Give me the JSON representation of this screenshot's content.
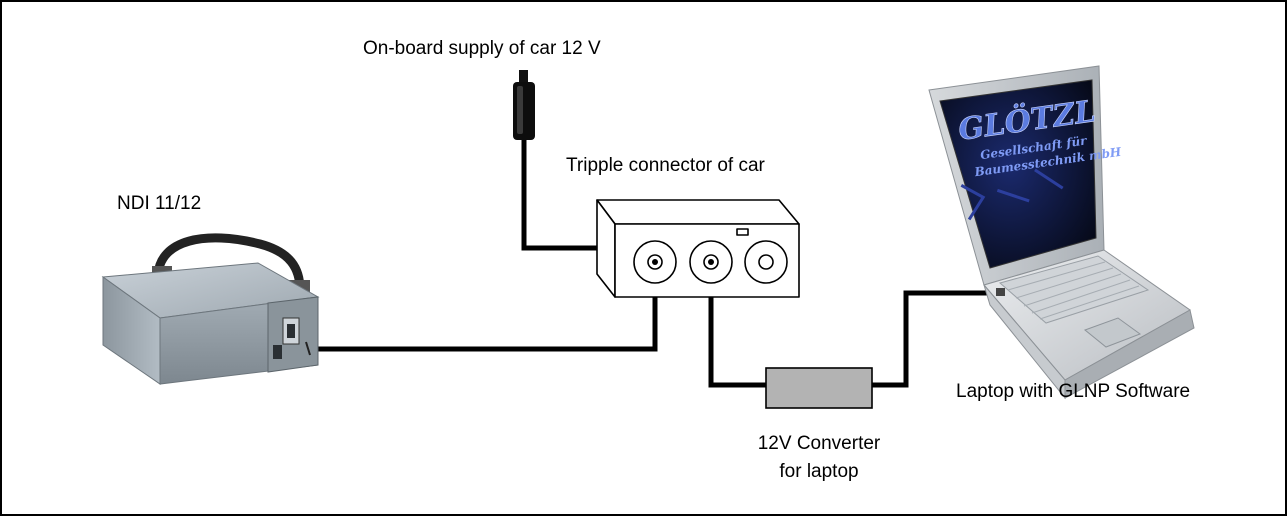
{
  "labels": {
    "supply": "On-board supply of car 12 V",
    "connector": "Tripple connector of car",
    "ndi": "NDI 11/12",
    "laptop": "Laptop with GLNP Software",
    "converter_line1": "12V Converter",
    "converter_line2": "for laptop"
  },
  "screen_brand": {
    "logo": "GLÖTZL",
    "subtitle_line1": "Gesellschaft für",
    "subtitle_line2": "Baumesstechnik mbH"
  },
  "colors": {
    "cable": "#000000",
    "frame": "#000000",
    "converter": "#b3b3b3",
    "device_body": "#9aa5ad",
    "laptop_body": "#d9dcdf",
    "screen": "#0a1030"
  }
}
